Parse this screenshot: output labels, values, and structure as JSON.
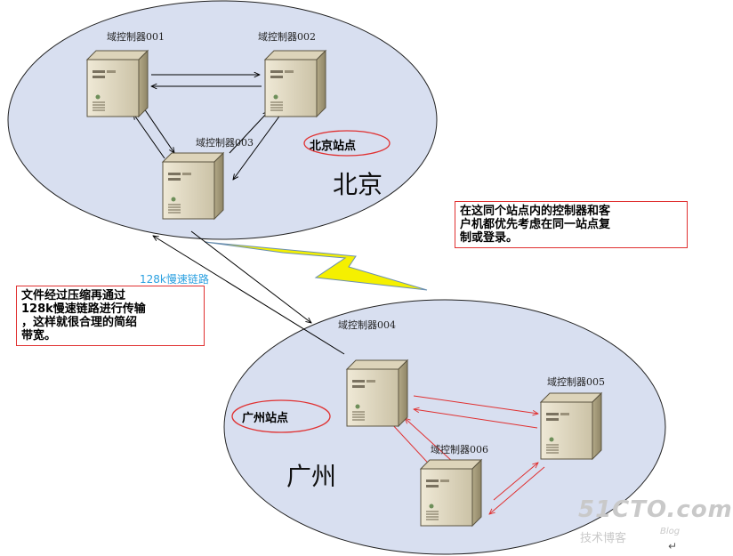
{
  "sites": {
    "beijing": {
      "city": "北京",
      "site_label": "北京站点"
    },
    "guangzhou": {
      "city": "广州",
      "site_label": "广州站点"
    }
  },
  "controllers": [
    {
      "id": "001",
      "label": "域控制器001"
    },
    {
      "id": "002",
      "label": "域控制器002"
    },
    {
      "id": "003",
      "label": "域控制器003"
    },
    {
      "id": "004",
      "label": "域控制器004"
    },
    {
      "id": "005",
      "label": "域控制器005"
    },
    {
      "id": "006",
      "label": "域控制器006"
    }
  ],
  "link_label": "128k慢速链路",
  "notes": {
    "same_site": [
      "在这同个站点内的控制器和客",
      "户机都优先考虑在同一站点复",
      "制或登录。"
    ],
    "compression": [
      "文件经过压缩再通过",
      "128k慢速链路进行传输",
      "，这样就很合理的简绍",
      "带宽。"
    ]
  },
  "watermark": {
    "brand": "51CTO.com",
    "tagline": "技术博客",
    "blog": "Blog"
  },
  "colors": {
    "ellipse_fill": "#d8dff0",
    "red": "#e03030",
    "link_blue": "#2aa0e0",
    "bolt": "#f5f000"
  }
}
